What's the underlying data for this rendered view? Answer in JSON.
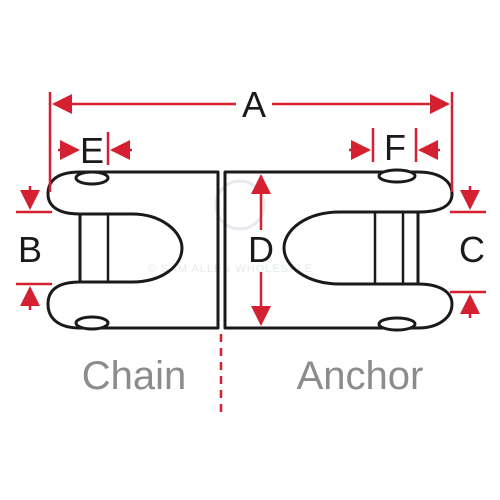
{
  "dimensions": {
    "a": "A",
    "b": "B",
    "c": "C",
    "d": "D",
    "e": "E",
    "f": "F"
  },
  "parts": {
    "chain": "Chain",
    "anchor": "Anchor"
  },
  "watermark": {
    "text": "© SAM ALLEN WHOLESALE"
  },
  "colors": {
    "outline": "#1a1a1a",
    "dimension": "#d42030",
    "part_label": "#8c8c8c",
    "background": "#ffffff",
    "watermark": "#e3e8ec"
  }
}
